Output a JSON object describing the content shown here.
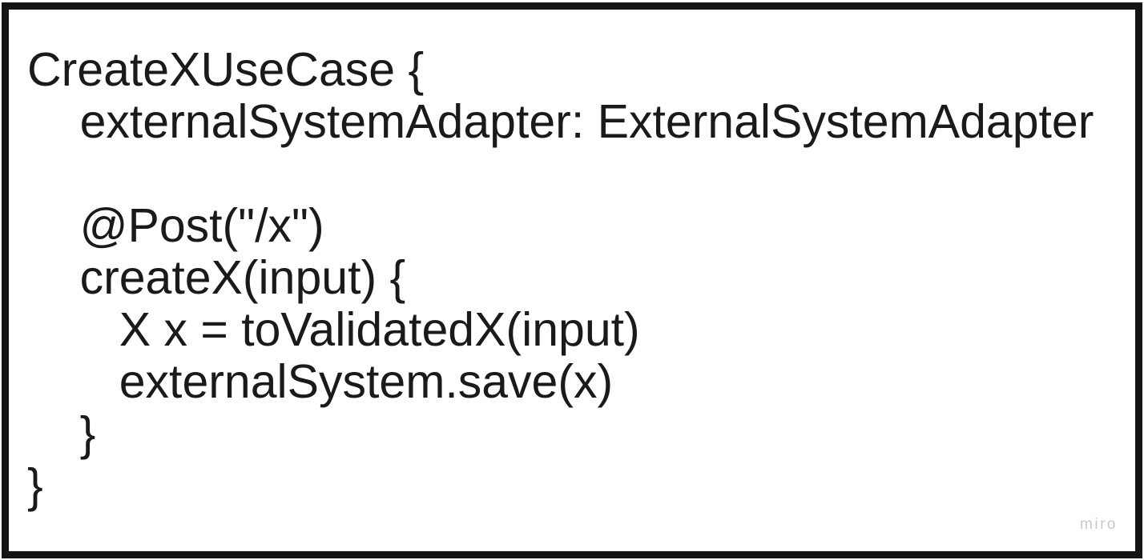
{
  "card": {
    "type": "code-note",
    "lines": [
      "CreateXUseCase {",
      "    externalSystemAdapter: ExternalSystemAdapter",
      "",
      "    @Post(\"/x\")",
      "    createX(input) {",
      "       X x = toValidatedX(input)",
      "       externalSystem.save(x)",
      "    }",
      "}"
    ]
  },
  "watermark": {
    "label": "miro"
  },
  "colors": {
    "text": "#1a1a1c",
    "border": "#141414",
    "background": "#ffffff",
    "watermark": "#c8c7d3"
  }
}
